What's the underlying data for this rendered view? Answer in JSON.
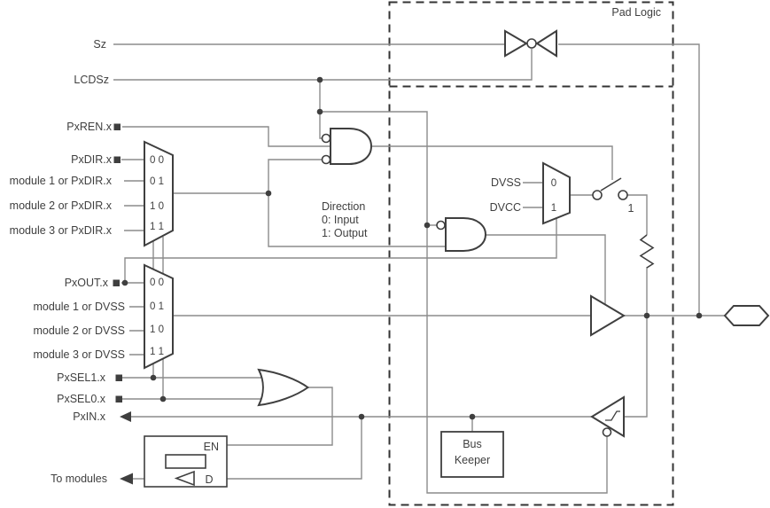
{
  "pad_logic_title": "Pad Logic",
  "labels": {
    "sz": "Sz",
    "lcdsz": "LCDSz",
    "pxren": "PxREN.x",
    "pxdir": "PxDIR.x",
    "mod1_pxdir": "module 1 or PxDIR.x",
    "mod2_pxdir": "module 2 or PxDIR.x",
    "mod3_pxdir": "module 3 or PxDIR.x",
    "pxout": "PxOUT.x",
    "mod1_dvss": "module 1 or DVSS",
    "mod2_dvss": "module 2 or DVSS",
    "mod3_dvss": "module 3 or DVSS",
    "pxsel1": "PxSEL1.x",
    "pxsel0": "PxSEL0.x",
    "pxin": "PxIN.x",
    "to_modules": "To modules"
  },
  "dir_mux": {
    "codes": [
      "0 0",
      "0 1",
      "1 0",
      "1 1"
    ]
  },
  "out_mux": {
    "codes": [
      "0 0",
      "0 1",
      "1 0",
      "1 1"
    ]
  },
  "pull_mux": {
    "dvss": "DVSS",
    "dvcc": "DVCC",
    "codes": [
      "0",
      "1"
    ]
  },
  "direction_note": [
    "Direction",
    "0: Input",
    "1: Output"
  ],
  "switch_label": "1",
  "latch": {
    "en": "EN",
    "d": "D"
  },
  "bus_keeper": [
    "Bus",
    "Keeper"
  ],
  "colors": {
    "wire": "#8c8c8c",
    "component_outline": "#3f3f3f",
    "text": "#3f3f3f",
    "background": "#ffffff"
  }
}
